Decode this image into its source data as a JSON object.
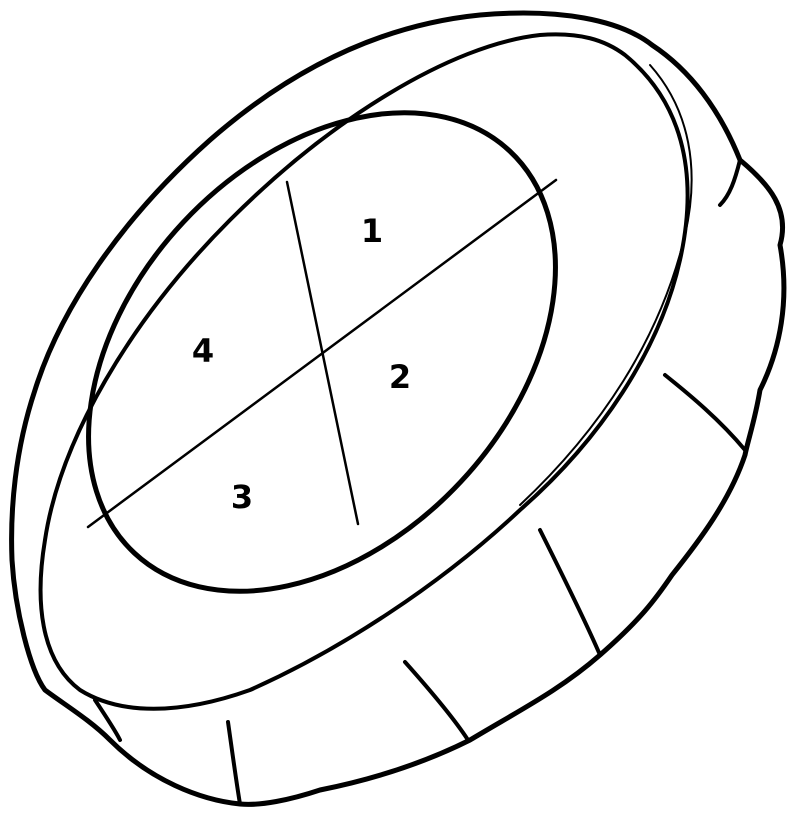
{
  "diagram": {
    "sections": [
      {
        "id": "1",
        "label": "1"
      },
      {
        "id": "2",
        "label": "2"
      },
      {
        "id": "3",
        "label": "3"
      },
      {
        "id": "4",
        "label": "4"
      }
    ]
  },
  "colors": {
    "ink": "#000000",
    "background": "#ffffff"
  }
}
